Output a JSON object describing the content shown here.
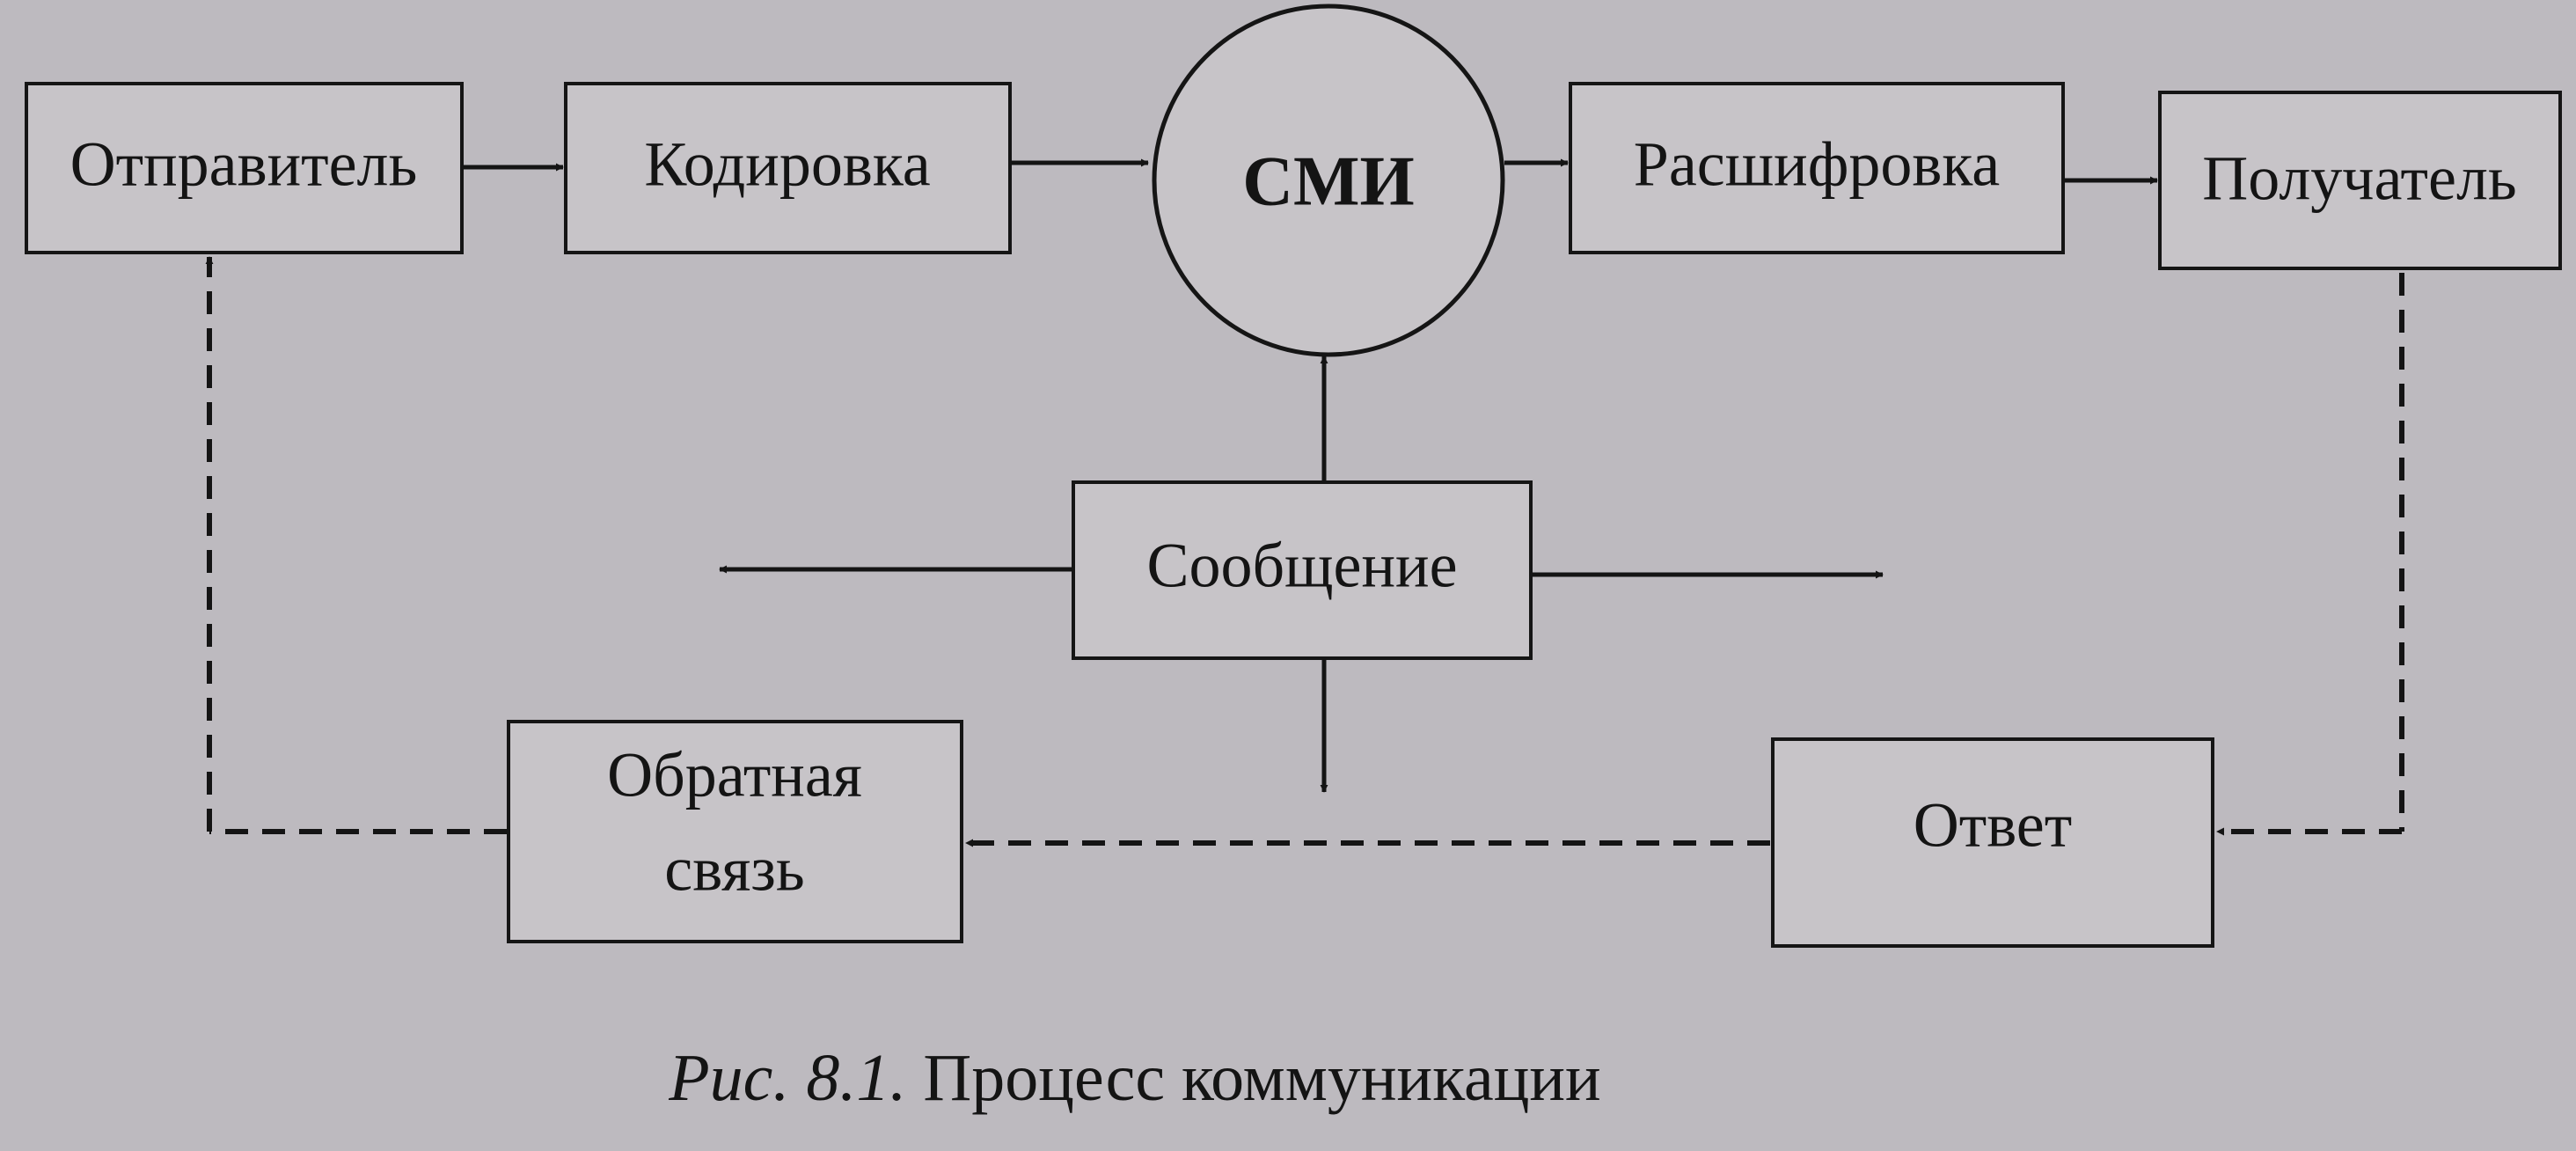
{
  "diagram": {
    "nodes": {
      "sender": "Отправитель",
      "encoding": "Кодировка",
      "media": "СМИ",
      "decoding": "Расшифровка",
      "receiver": "Получатель",
      "message": "Сообщение",
      "feedback_line1": "Обратная",
      "feedback_line2": "связь",
      "response": "Ответ"
    },
    "caption": {
      "label": "Рис. 8.1.",
      "text": " Процесс коммуникации"
    },
    "colors": {
      "background": "#bdbabf",
      "box_fill": "#c7c4c8",
      "ink": "#141414"
    }
  }
}
